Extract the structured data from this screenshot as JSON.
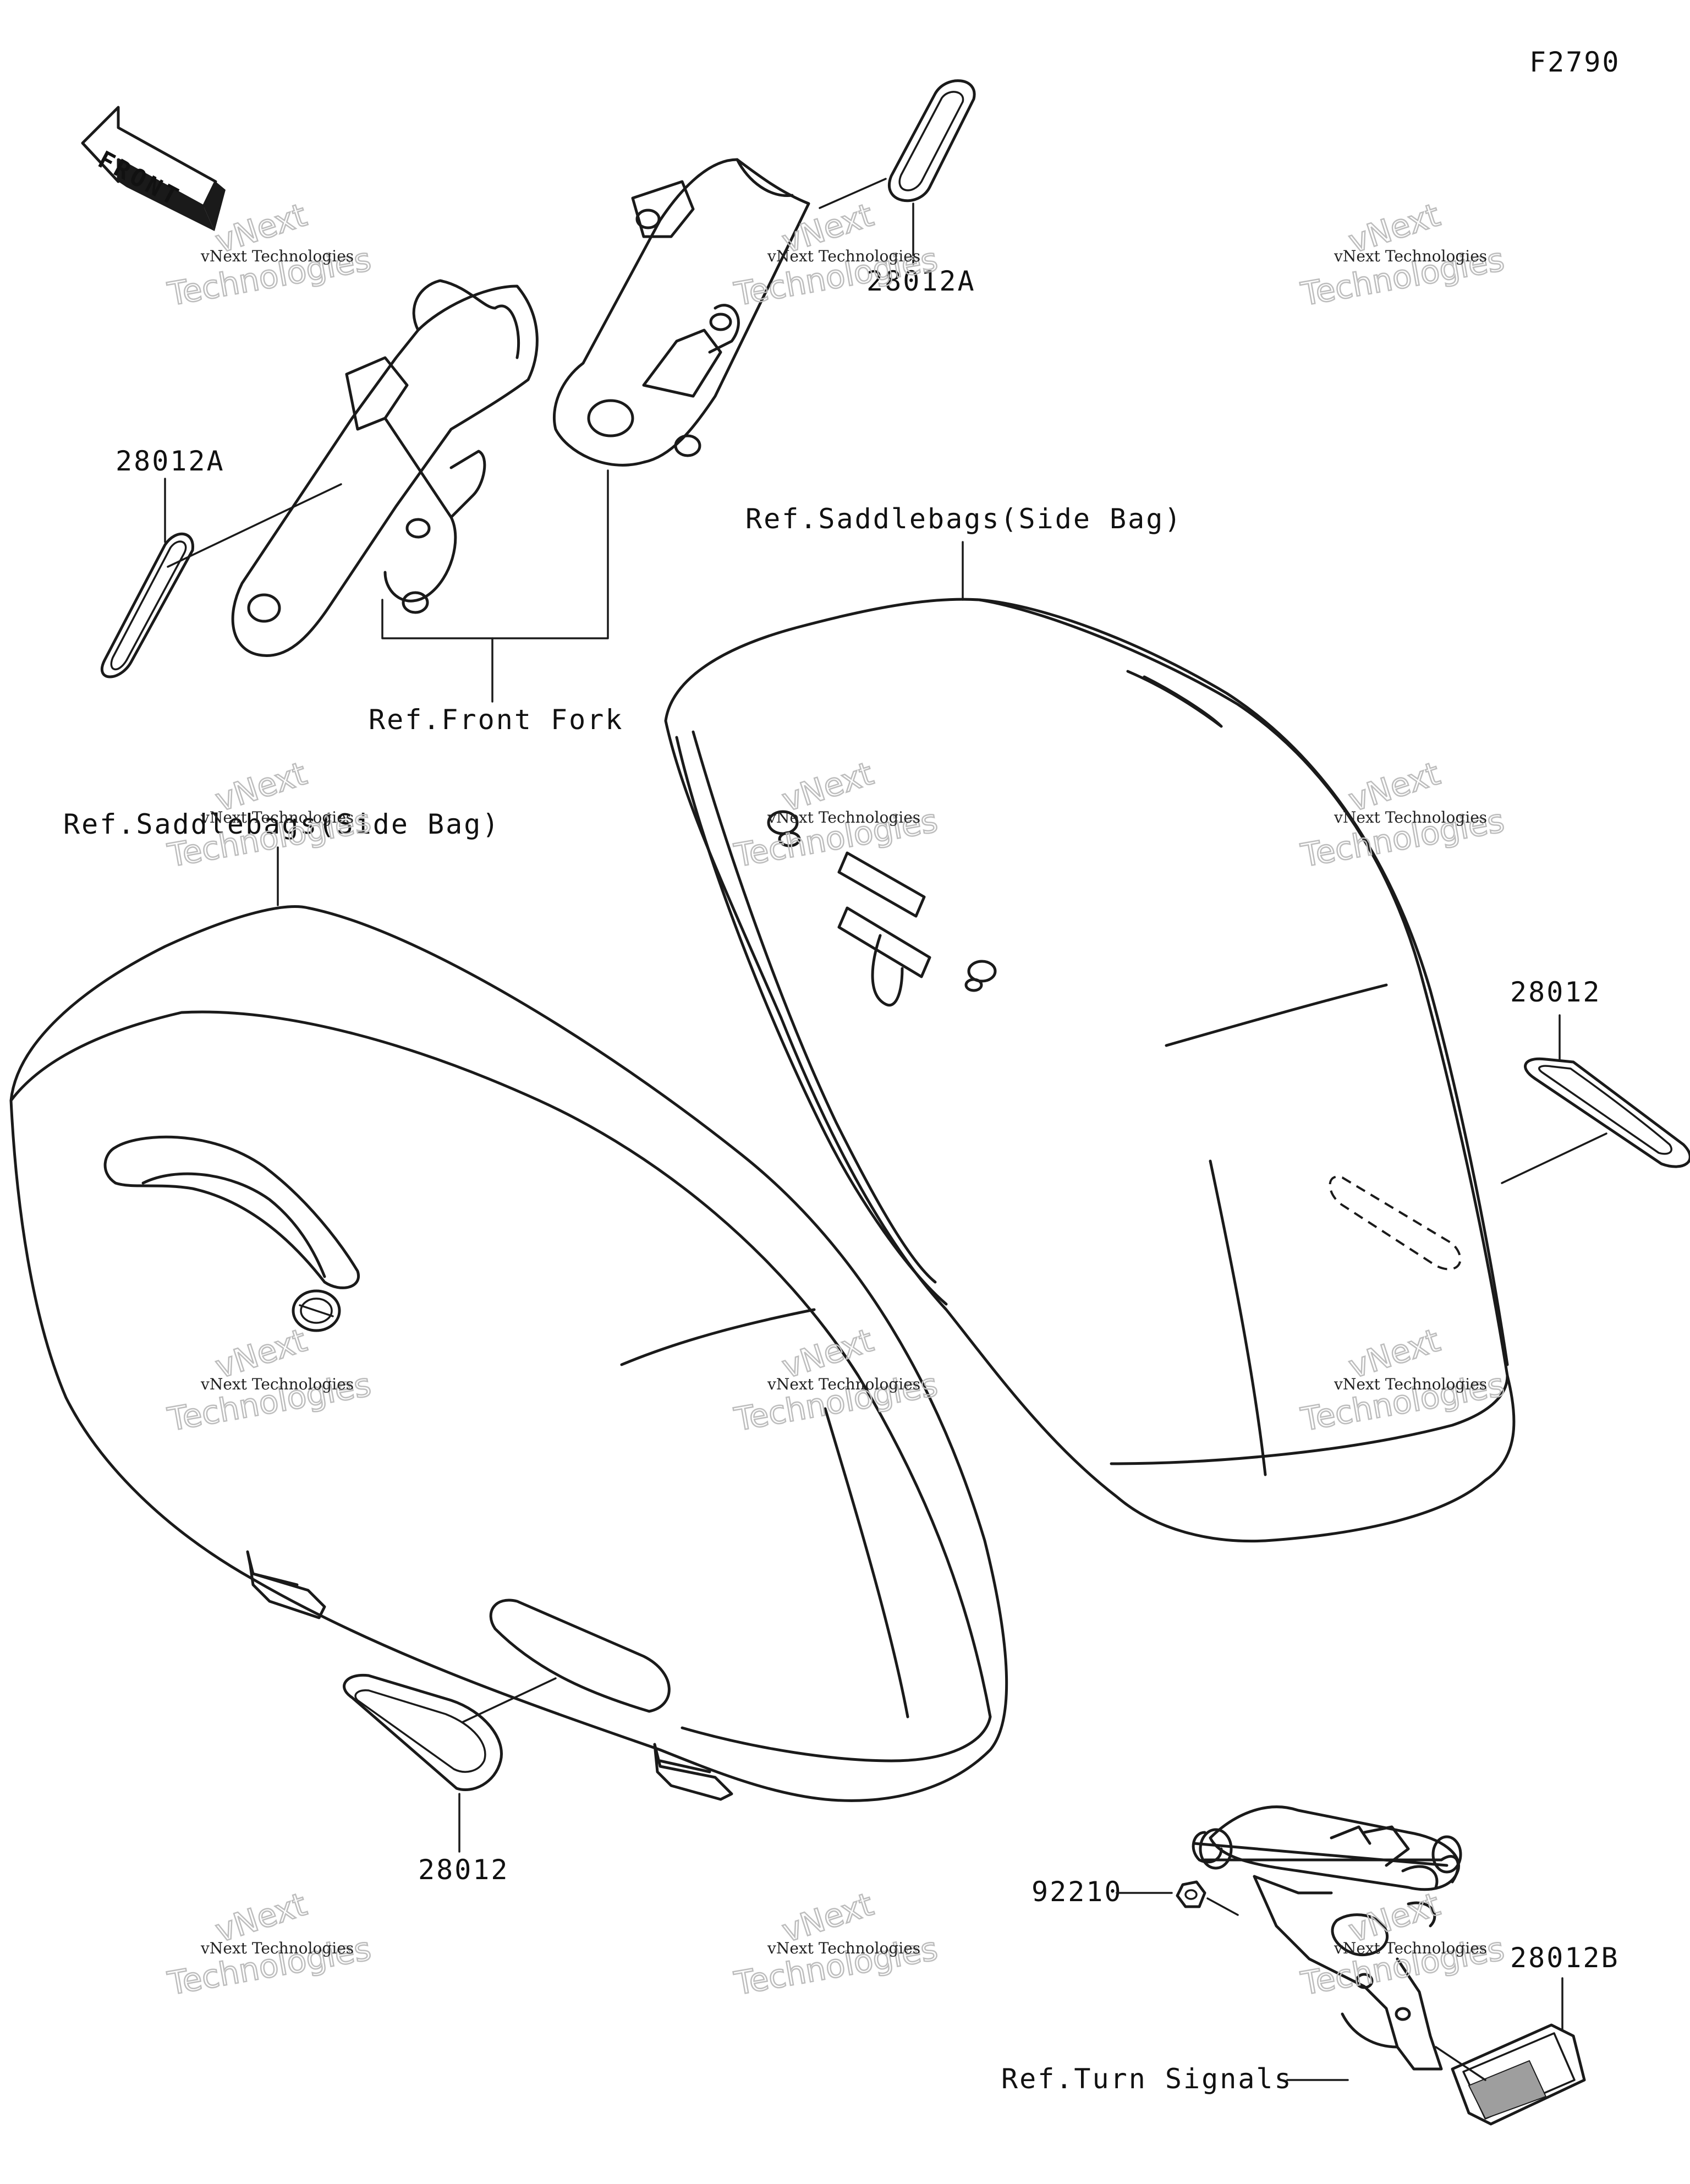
{
  "diagram_code": "F2790",
  "orientation_arrow": "FRONT",
  "labels": {
    "fork_left_part": "28012A",
    "fork_right_part": "28012A",
    "front_fork_ref": "Ref.Front Fork",
    "saddlebag_left_ref": "Ref.Saddlebags(Side Bag)",
    "saddlebag_right_ref": "Ref.Saddlebags(Side Bag)",
    "reflector_right": "28012",
    "reflector_left": "28012",
    "nut": "92210",
    "rear_reflector": "28012B",
    "turn_signals_ref": "Ref.Turn Signals"
  },
  "watermark": {
    "line1": "vNext Technologies",
    "line2": "Technologies",
    "line3": "vNext"
  }
}
